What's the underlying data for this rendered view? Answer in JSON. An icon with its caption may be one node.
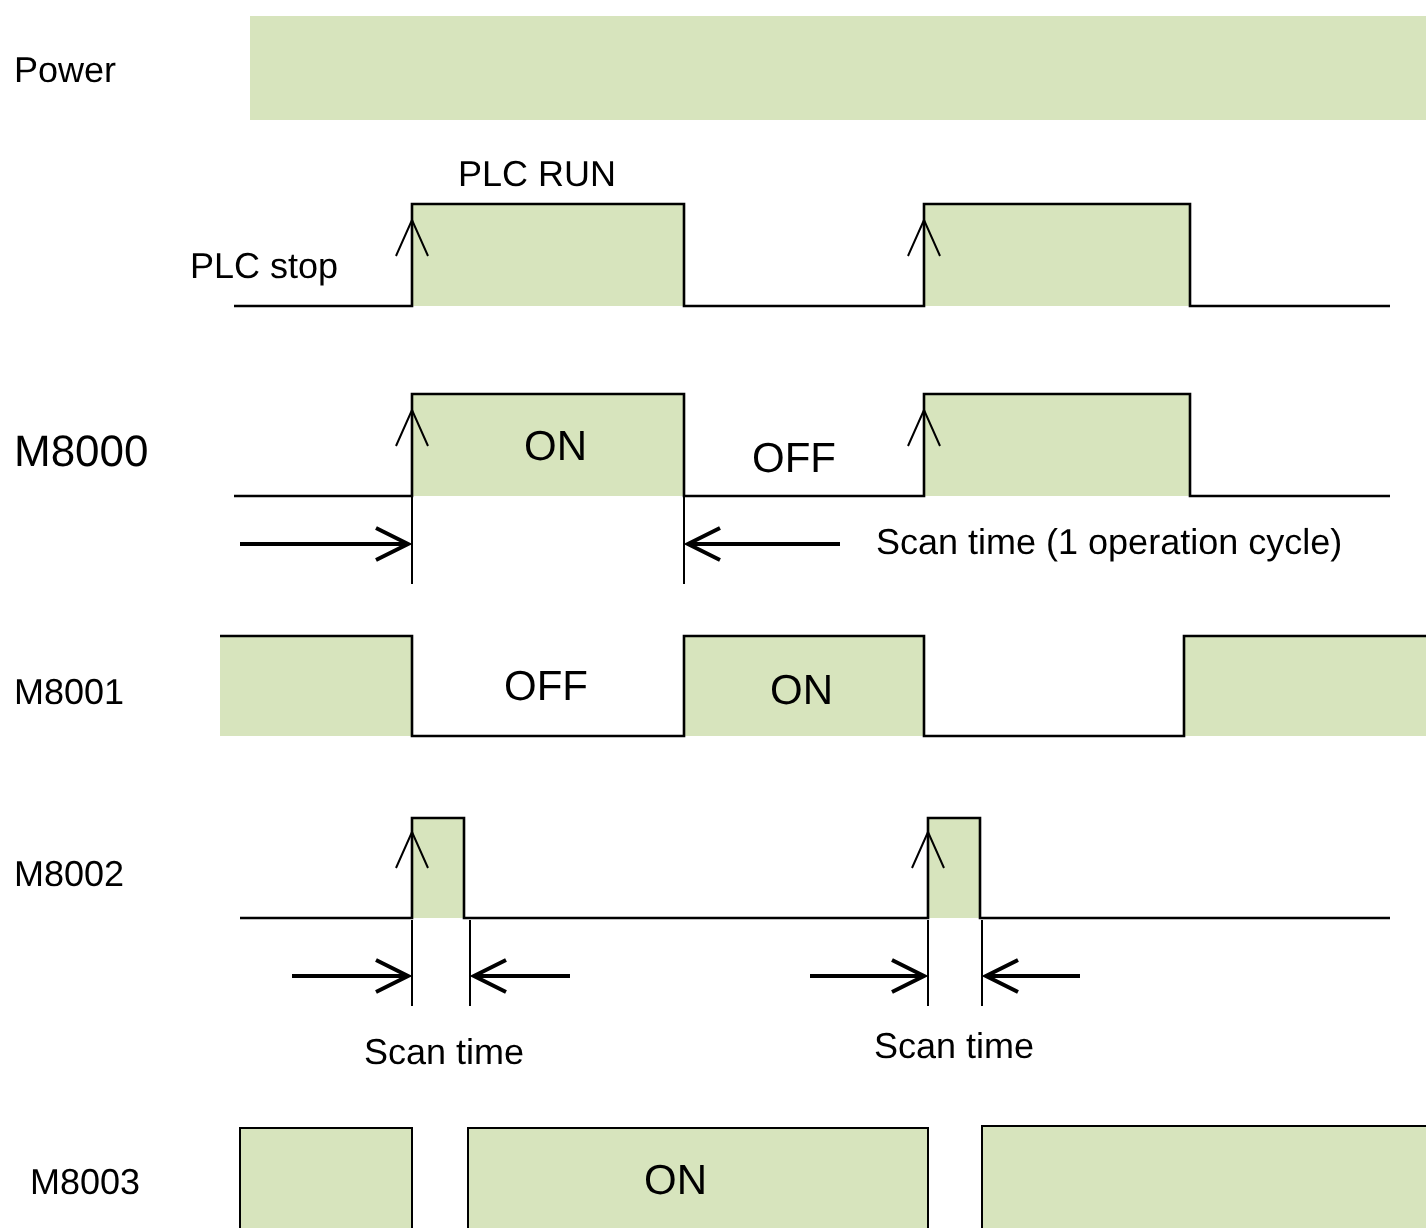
{
  "diagram": {
    "labels": [
      "Power",
      "PLC RUN",
      "PLC stop",
      "M8000",
      "ON",
      "OFF",
      "Scan time (1 operation cycle)",
      "M8001",
      "OFF",
      "ON",
      "M8002",
      "Scan time",
      "Scan time",
      "M8003",
      "ON"
    ]
  }
}
